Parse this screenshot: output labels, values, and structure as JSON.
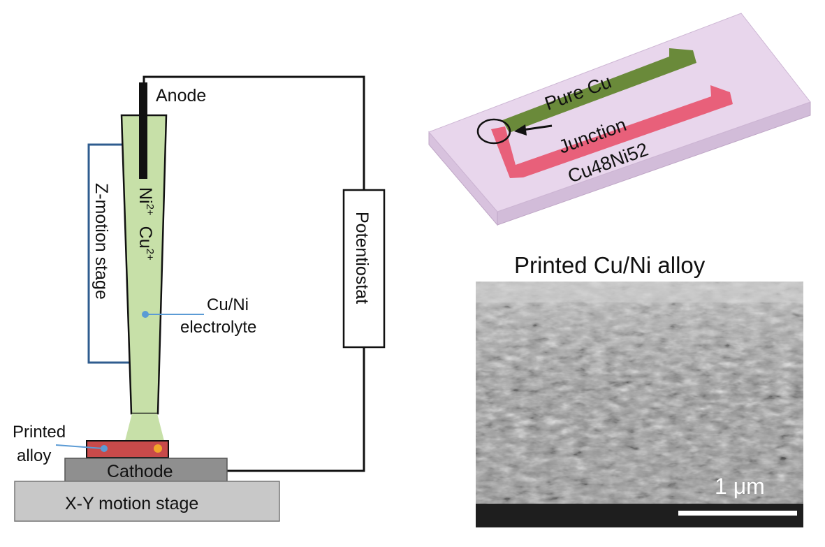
{
  "setup": {
    "anode": "Anode",
    "ions_ni": "Ni",
    "ions_ni_sup": "2+",
    "ions_cu": "Cu",
    "ions_cu_sup": "2+",
    "electrolyte_line1": "Cu/Ni",
    "electrolyte_line2": "electrolyte",
    "z_stage": "Z-motion stage",
    "potentiostat": "Potentiostat",
    "printed_line1": "Printed",
    "printed_line2": "alloy",
    "cathode": "Cathode",
    "xy_stage": "X-Y motion stage"
  },
  "chip": {
    "pure_cu": "Pure Cu",
    "junction": "Junction",
    "cuni": "Cu48Ni52"
  },
  "micrograph": {
    "title": "Printed Cu/Ni alloy",
    "scale": "1 μm"
  },
  "colors": {
    "electrolyte": "#c7e0a8",
    "z_stage_frame": "#2f5c8f",
    "wire": "#111111",
    "alloy": "#c84a4a",
    "pointer": "#5b9bd5",
    "stage_gray": "#c8c8c8",
    "cathode_gray": "#8f8f8f",
    "chip_face": "#e8d6ec",
    "pure_cu_trace": "#6a8a3a",
    "cuni_trace": "#e8607a"
  }
}
